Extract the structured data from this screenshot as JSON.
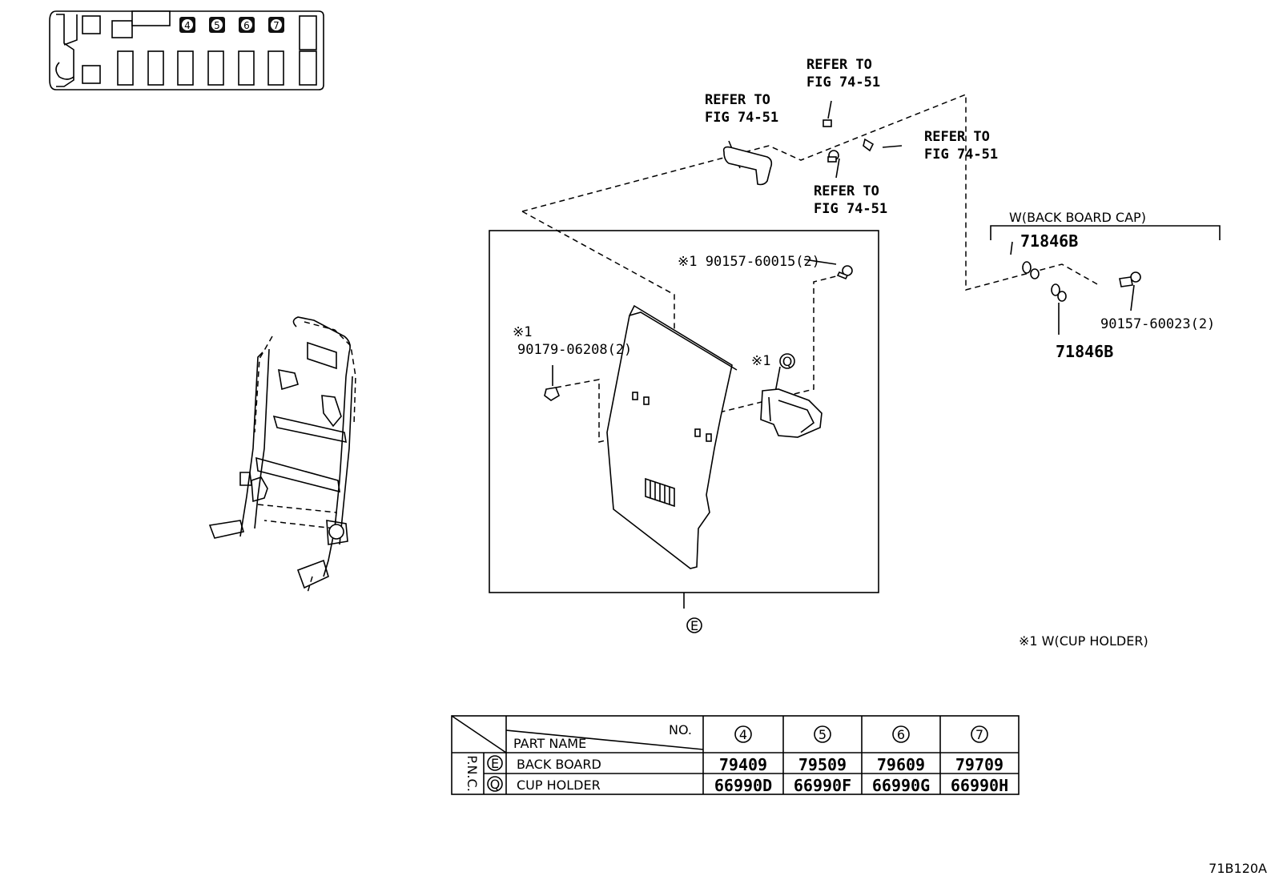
{
  "locator": {
    "seats": [
      "4",
      "5",
      "6",
      "7"
    ]
  },
  "callouts": {
    "refer_a_1": "REFER TO",
    "refer_a_2": "FIG 74-51",
    "refer_b_1": "REFER TO",
    "refer_b_2": "FIG 74-51",
    "refer_c_1": "REFER TO",
    "refer_c_2": "FIG 74-51",
    "refer_d_1": "REFER TO",
    "refer_d_2": "FIG 74-51",
    "bolt_top": "※1 90157-60015(2)",
    "nut_left_mark": "※1",
    "nut_left": "90179-06208(2)",
    "cupholder_mark": "※1",
    "cupholder_circle": "Q",
    "backboard_circle": "E",
    "cap_group": "W(BACK BOARD CAP)",
    "cap_a": "71846B",
    "cap_b": "71846B",
    "cap_bolt": "90157-60023(2)",
    "footnote": "※1 W(CUP HOLDER)",
    "figure_code": "71B120A"
  },
  "table": {
    "no_label": "NO.",
    "part_name_label": "PART NAME",
    "pnc_label": "P.N.C.",
    "columns": [
      "4",
      "5",
      "6",
      "7"
    ],
    "rows": [
      {
        "code": "E",
        "name": "BACK BOARD",
        "values": [
          "79409",
          "79509",
          "79609",
          "79709"
        ]
      },
      {
        "code": "Q",
        "name": "CUP HOLDER",
        "values": [
          "66990D",
          "66990F",
          "66990G",
          "66990H"
        ]
      }
    ]
  }
}
